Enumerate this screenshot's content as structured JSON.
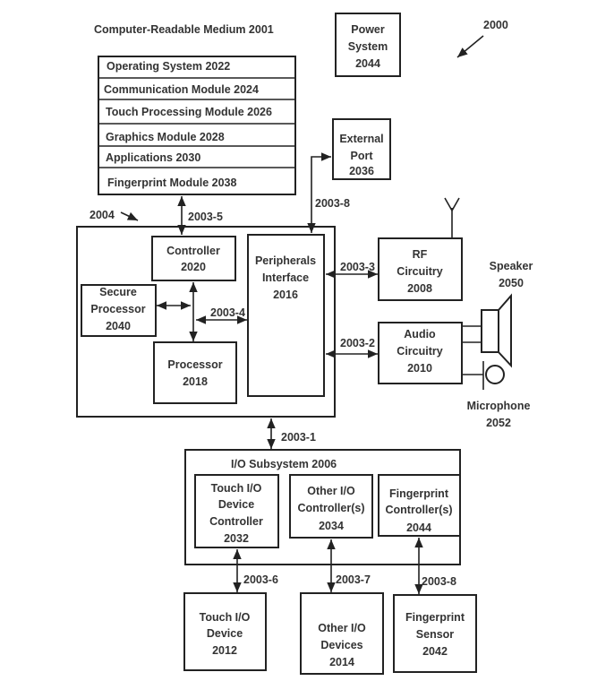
{
  "figure_number": "2000",
  "crm": {
    "title": "Computer-Readable Medium 2001",
    "modules": [
      "Operating System 2022",
      "Communication Module 2024",
      "Touch Processing Module 2026",
      "Graphics Module 2028",
      "Applications 2030",
      "Fingerprint Module 2038"
    ]
  },
  "power": [
    "Power",
    "System",
    "2044"
  ],
  "external_port": [
    "External",
    "Port",
    "2036"
  ],
  "system_label": "2004",
  "buses": {
    "b1": "2003-1",
    "b2": "2003-2",
    "b3": "2003-3",
    "b4": "2003-4",
    "b5": "2003-5",
    "b6": "2003-6",
    "b7": "2003-7",
    "b8": "2003-8",
    "b8b": "2003-8"
  },
  "controller": [
    "Controller",
    "2020"
  ],
  "peripherals": [
    "Peripherals",
    "Interface",
    "2016"
  ],
  "secure": [
    "Secure",
    "Processor",
    "2040"
  ],
  "processor": [
    "Processor",
    "2018"
  ],
  "rf": [
    "RF",
    "Circuitry",
    "2008"
  ],
  "audio": [
    "Audio",
    "Circuitry",
    "2010"
  ],
  "speaker": [
    "Speaker",
    "2050"
  ],
  "microphone": [
    "Microphone",
    "2052"
  ],
  "io": {
    "title": "I/O Subsystem 2006",
    "touch_ctrl": [
      "Touch I/O",
      "Device",
      "Controller",
      "2032"
    ],
    "other_ctrl": [
      "Other I/O",
      "Controller(s)",
      "2034"
    ],
    "fp_ctrl": [
      "Fingerprint",
      "Controller(s)",
      "2044"
    ]
  },
  "touch_dev": [
    "Touch I/O",
    "Device",
    "2012"
  ],
  "other_dev": [
    "Other I/O",
    "Devices",
    "2014"
  ],
  "fp_sensor": [
    "Fingerprint",
    "Sensor",
    "2042"
  ]
}
